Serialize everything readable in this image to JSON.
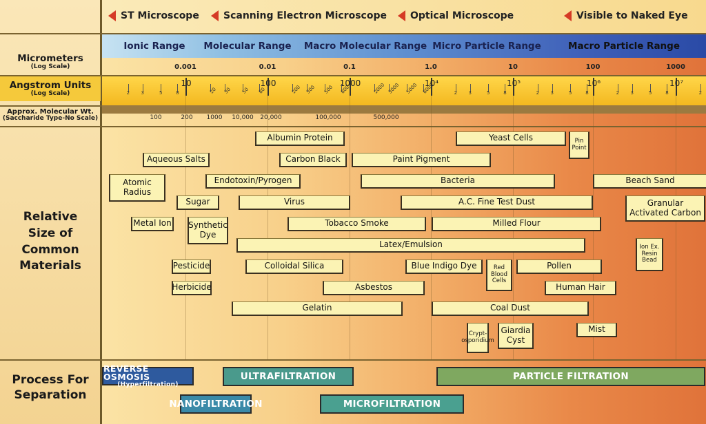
{
  "microscopes": [
    "ST Microscope",
    "Scanning Electron Microscope",
    "Optical Microscope",
    "Visible to Naked Eye"
  ],
  "ranges": [
    "Ionic Range",
    "Molecular Range",
    "Macro Molecular Range",
    "Micro Particle Range",
    "Macro Particle Range"
  ],
  "row_labels": {
    "micrometers": "Micrometers",
    "micrometers_sub": "(Log Scale)",
    "angstrom": "Angstrom Units",
    "angstrom_sub": "(Log Scale)",
    "mw": "Approx. Molecular Wt.",
    "mw_sub": "(Saccharide Type-No Scale)",
    "relative": "Relative Size of Common Materials",
    "process": "Process For Separation"
  },
  "chart_data": {
    "type": "table",
    "micrometer_ticks": [
      "0.001",
      "0.01",
      "0.1",
      "1.0",
      "10",
      "100",
      "1000"
    ],
    "angstrom_major": [
      "10",
      "100",
      "1000",
      "10⁴",
      "10⁵",
      "10⁶",
      "10⁷"
    ],
    "angstrom_minor_first": [
      "2",
      "3",
      "5",
      "8"
    ],
    "angstrom_minor_decade2": [
      "20",
      "30",
      "50",
      "80"
    ],
    "angstrom_minor_decade3": [
      "200",
      "300",
      "500",
      "800"
    ],
    "angstrom_minor_decade4": [
      "2000",
      "3000",
      "5000",
      "8000"
    ],
    "angstrom_minor_generic": [
      "2",
      "3",
      "5",
      "8"
    ],
    "molecular_weights": [
      "100",
      "200",
      "1000",
      "10,000",
      "20,000",
      "100,000",
      "500,000"
    ],
    "materials": [
      {
        "name": "Albumin Protein"
      },
      {
        "name": "Yeast Cells"
      },
      {
        "name": "Pin\nPoint"
      },
      {
        "name": "Aqueous Salts"
      },
      {
        "name": "Carbon Black"
      },
      {
        "name": "Paint Pigment"
      },
      {
        "name": "Atomic\nRadius"
      },
      {
        "name": "Endotoxin/Pyrogen"
      },
      {
        "name": "Bacteria"
      },
      {
        "name": "Beach Sand"
      },
      {
        "name": "Sugar"
      },
      {
        "name": "Virus"
      },
      {
        "name": "A.C. Fine Test Dust"
      },
      {
        "name": "Granular\nActivated Carbon"
      },
      {
        "name": "Metal Ion"
      },
      {
        "name": "Synthetic\nDye"
      },
      {
        "name": "Tobacco Smoke"
      },
      {
        "name": "Milled Flour"
      },
      {
        "name": "Latex/Emulsion"
      },
      {
        "name": "Ion Ex.\nResin\nBead"
      },
      {
        "name": "Pesticide"
      },
      {
        "name": "Colloidal Silica"
      },
      {
        "name": "Blue Indigo Dye"
      },
      {
        "name": "Red\nBlood\nCells"
      },
      {
        "name": "Pollen"
      },
      {
        "name": "Herbicide"
      },
      {
        "name": "Asbestos"
      },
      {
        "name": "Human Hair"
      },
      {
        "name": "Gelatin"
      },
      {
        "name": "Coal Dust"
      },
      {
        "name": "Mist"
      },
      {
        "name": "Crypt-\nosporidium"
      },
      {
        "name": "Giardia\nCyst"
      }
    ],
    "processes": [
      {
        "name": "REVERSE OSMOSIS",
        "sub": "(Hyperfiltration)",
        "color": "#2e5a9e"
      },
      {
        "name": "ULTRAFILTRATION",
        "color": "#4a9a8c"
      },
      {
        "name": "PARTICLE FILTRATION",
        "color": "#7fa860"
      },
      {
        "name": "NANOFILTRATION",
        "color": "#3a8aa8"
      },
      {
        "name": "MICROFILTRATION",
        "color": "#4aa090"
      }
    ]
  }
}
